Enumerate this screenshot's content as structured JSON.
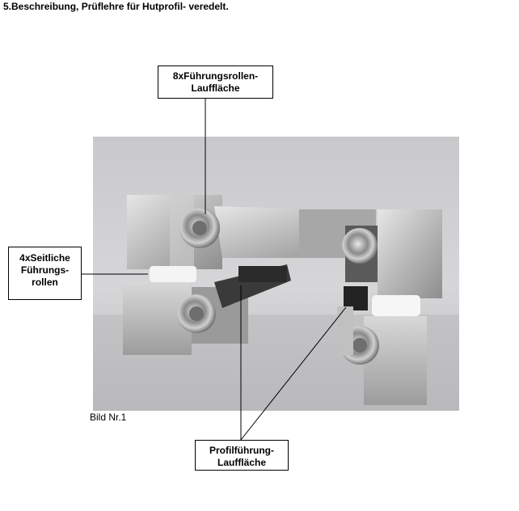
{
  "heading": "5.Beschreibung, Prüflehre für Hutprofil- veredelt.",
  "callouts": {
    "top": {
      "line1": "8xFührungsrollen-",
      "line2": "Lauffläche"
    },
    "left": {
      "line1": "4xSeitliche",
      "line2": "Führungs-",
      "line3": "rollen"
    },
    "bottom": {
      "line1": "Profilführung-",
      "line2": "Lauffläche"
    }
  },
  "caption": "Bild Nr.1"
}
